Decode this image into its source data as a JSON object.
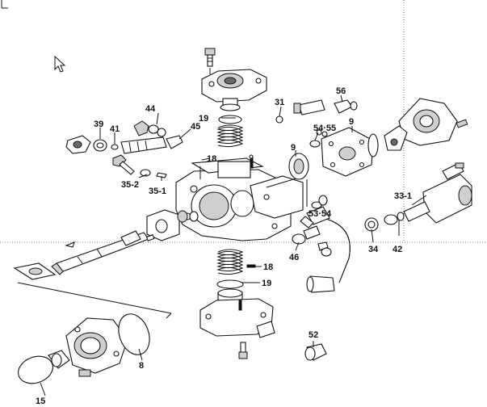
{
  "callouts": {
    "c8": "8",
    "c9a": "9",
    "c9b": "9",
    "c15": "15",
    "c18a": "18",
    "c18b": "18",
    "c19a": "19",
    "c19b": "19",
    "c31": "31",
    "c33_1": "33-1",
    "c34": "34",
    "c35_1": "35-1",
    "c35_2": "35-2",
    "c39": "39",
    "c41": "41",
    "c42": "42",
    "c44": "44",
    "c45": "45",
    "c46": "46",
    "c52": "52",
    "c53_54": "53·54",
    "c54_55": "54·55",
    "c56": "56"
  },
  "colors": {
    "line": "#111111",
    "shade": "#cfcfcf",
    "dark": "#6a6a6a",
    "guide": "#555555"
  },
  "icons": {
    "cursor": "mouse-pointer-icon"
  }
}
